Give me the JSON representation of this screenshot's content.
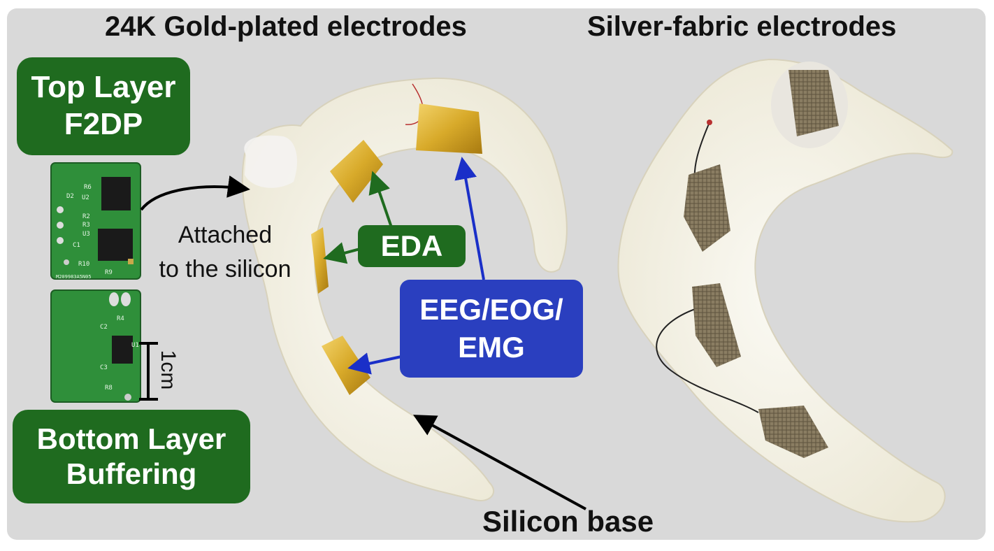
{
  "titles": {
    "gold": "24K Gold-plated electrodes",
    "silver": "Silver-fabric electrodes"
  },
  "top_layer": {
    "line1": "Top Layer",
    "line2": "F2DP"
  },
  "bottom_layer": {
    "line1": "Bottom Layer",
    "line2": "Buffering"
  },
  "attached": {
    "line1": "Attached",
    "line2": "to the silicon"
  },
  "scale": "1cm",
  "eda": "EDA",
  "eeg": {
    "line1": "EEG/EOG/",
    "line2": "EMG"
  },
  "silicon_base": "Silicon base",
  "pcb_top_labels": [
    "R6",
    "U2",
    "D2",
    "R2",
    "R3",
    "U3",
    "C1",
    "R10",
    "R9"
  ],
  "pcb_top_marking": "M209983A5N05",
  "pcb_bottom_labels": [
    "R4",
    "C2",
    "U1",
    "C3",
    "R8"
  ],
  "colors": {
    "green_box": "#1f6b1f",
    "blue_box": "#2a3fbf",
    "panel_bg": "#d9d9d9",
    "pcb_green": "#2f8f3a",
    "gold_electrode": "#d8aa2a",
    "fabric_electrode": "#8a7d62"
  }
}
